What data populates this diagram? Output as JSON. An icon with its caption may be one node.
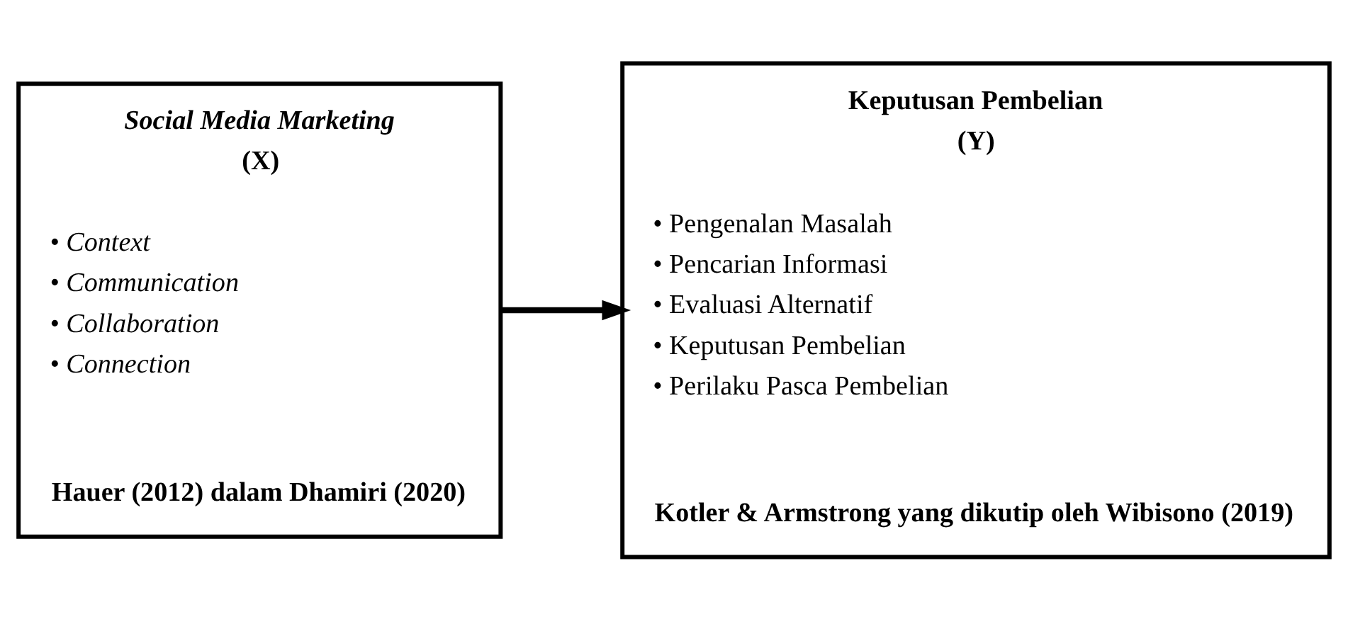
{
  "diagram": {
    "nodes": [
      {
        "text": [
          "Social Media Marketing",
          "(X)",
          "• Context",
          "• Communication",
          "• Collaboration",
          "• Connection",
          "Hauer (2012) dalam Dhamiri (2020)"
        ]
      },
      {
        "text": [
          "Keputusan Pembelian",
          "(Y)",
          "• Pengenalan Masalah",
          "• Pencarian Informasi",
          "• Evaluasi Alternatif",
          "• Keputusan Pembelian",
          "• Perilaku Pasca Pembelian",
          "Kotler & Armstrong yang dikutip oleh Wibisono (2019)"
        ]
      }
    ],
    "edges": [
      {
        "from": 0,
        "to": 1,
        "arrow": "to"
      }
    ]
  }
}
